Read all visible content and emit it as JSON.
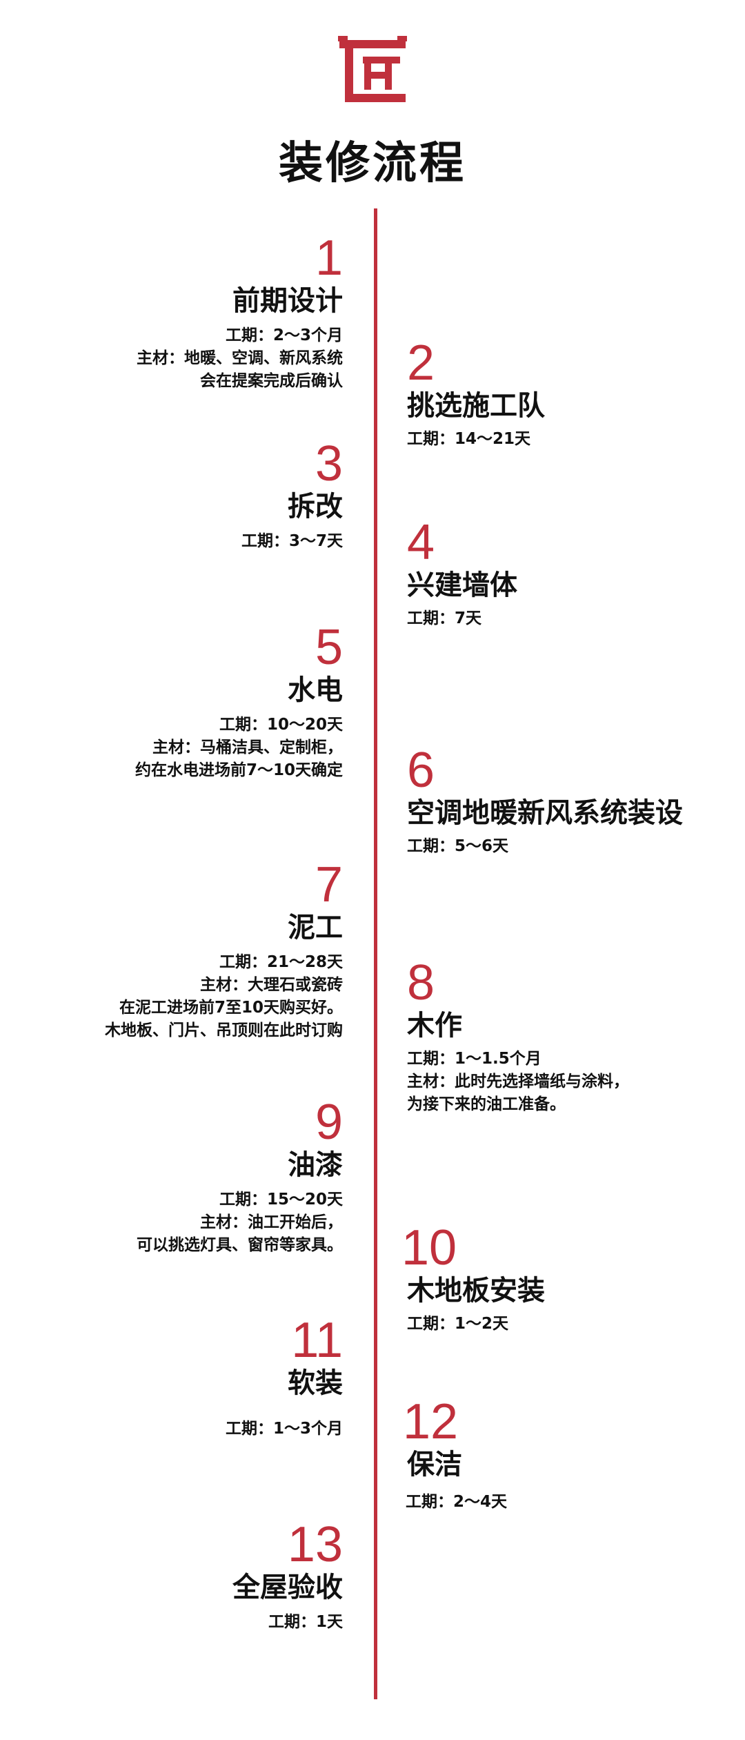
{
  "logo": {
    "icon": "jiang-logo-icon",
    "color": "#c0303c"
  },
  "title": "装修流程",
  "accent_color": "#c0303c",
  "steps": [
    {
      "num": "1",
      "title": "前期设计",
      "details": [
        "工期：2～3个月",
        "主材：地暖、空调、新风系统",
        "会在提案完成后确认"
      ]
    },
    {
      "num": "2",
      "title": "挑选施工队",
      "details": [
        "工期：14～21天"
      ]
    },
    {
      "num": "3",
      "title": "拆改",
      "details": [
        "工期：3～7天"
      ]
    },
    {
      "num": "4",
      "title": "兴建墙体",
      "details": [
        "工期：7天"
      ]
    },
    {
      "num": "5",
      "title": "水电",
      "details": [
        "工期：10～20天",
        "主材：马桶洁具、定制柜，",
        "约在水电进场前7～10天确定"
      ]
    },
    {
      "num": "6",
      "title": "空调地暖新风系统装设",
      "details": [
        "工期：5～6天"
      ]
    },
    {
      "num": "7",
      "title": "泥工",
      "details": [
        "工期：21～28天",
        "主材：大理石或瓷砖",
        "在泥工进场前7至10天购买好。",
        "木地板、门片、吊顶则在此时订购"
      ]
    },
    {
      "num": "8",
      "title": "木作",
      "details": [
        "工期：1～1.5个月",
        "主材：此时先选择墙纸与涂料，",
        "为接下来的油工准备。"
      ]
    },
    {
      "num": "9",
      "title": "油漆",
      "details": [
        "工期：15～20天",
        "主材：油工开始后，",
        "可以挑选灯具、窗帘等家具。"
      ]
    },
    {
      "num": "10",
      "title": "木地板安装",
      "details": [
        "工期：1～2天"
      ]
    },
    {
      "num": "11",
      "title": "软装",
      "details": [
        "工期：1～3个月"
      ]
    },
    {
      "num": "12",
      "title": "保洁",
      "details": [
        "工期：2～4天"
      ]
    },
    {
      "num": "13",
      "title": "全屋验收",
      "details": [
        "工期：1天"
      ]
    }
  ]
}
